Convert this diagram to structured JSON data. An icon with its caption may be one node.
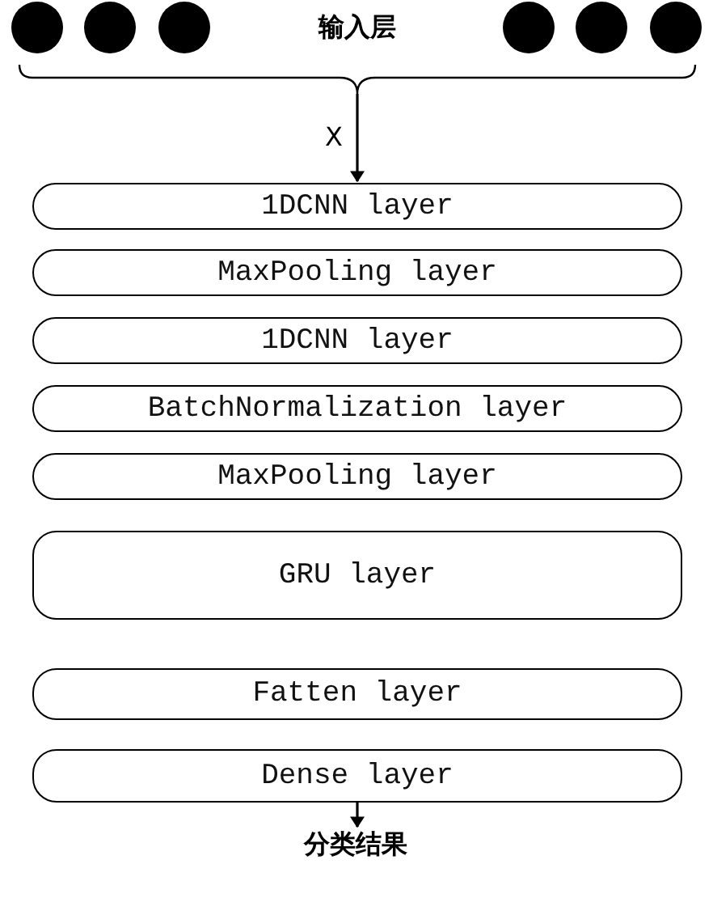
{
  "diagram": {
    "nodes": [
      {
        "text": [
          "输入层"
        ]
      },
      {
        "text": [
          "1DCNN layer"
        ]
      },
      {
        "text": [
          "MaxPooling layer"
        ]
      },
      {
        "text": [
          "1DCNN layer"
        ]
      },
      {
        "text": [
          "BatchNormalization layer"
        ]
      },
      {
        "text": [
          "MaxPooling layer"
        ]
      },
      {
        "text": [
          "GRU layer"
        ]
      },
      {
        "text": [
          "Fatten layer"
        ]
      },
      {
        "text": [
          "Dense layer"
        ]
      },
      {
        "text": [
          "分类结果"
        ]
      }
    ],
    "edges": [
      {
        "from": 0,
        "to": 1,
        "arrow": "to",
        "label": "X"
      },
      {
        "from": 8,
        "to": 9,
        "arrow": "to"
      }
    ]
  }
}
